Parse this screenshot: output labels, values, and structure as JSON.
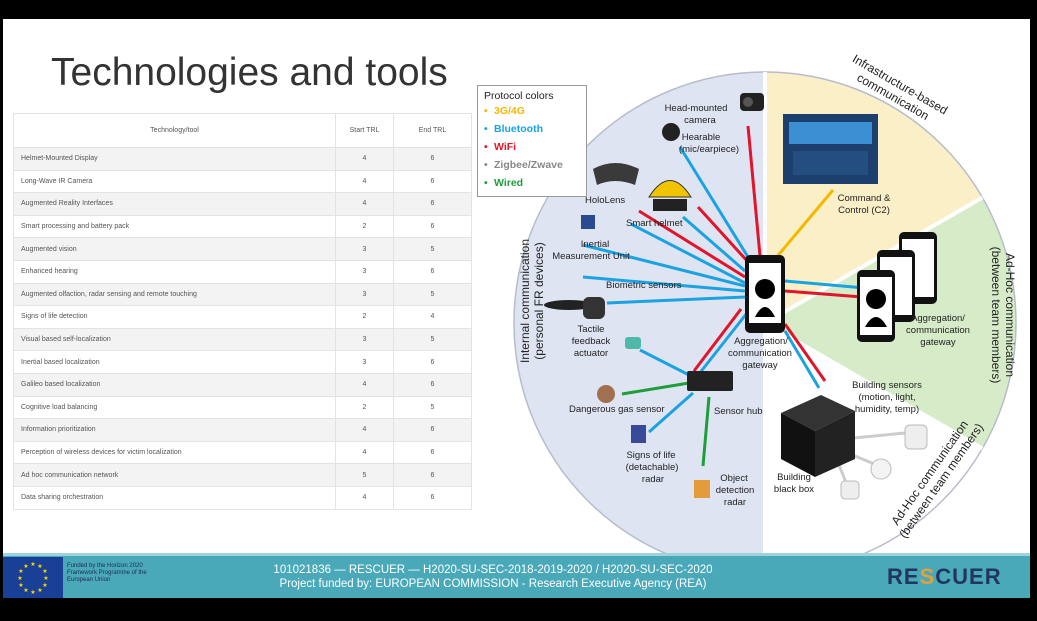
{
  "slide": {
    "title": "Technologies and tools"
  },
  "table": {
    "headers": [
      "Technology/tool",
      "Start TRL",
      "End TRL"
    ],
    "rows": [
      [
        "Helmet-Mounted Display",
        "4",
        "6"
      ],
      [
        "Long-Wave IR Camera",
        "4",
        "6"
      ],
      [
        "Augmented Reality Interfaces",
        "4",
        "6"
      ],
      [
        "Smart processing and battery pack",
        "2",
        "6"
      ],
      [
        "Augmented vision",
        "3",
        "5"
      ],
      [
        "Enhanced hearing",
        "3",
        "6"
      ],
      [
        "Augmented olfaction, radar sensing and remote touching",
        "3",
        "5"
      ],
      [
        "Signs of life detection",
        "2",
        "4"
      ],
      [
        "Visual based self-localization",
        "3",
        "5"
      ],
      [
        "Inertial based localization",
        "3",
        "6"
      ],
      [
        "Galileo based localization",
        "4",
        "6"
      ],
      [
        "Cognitive load balancing",
        "2",
        "5"
      ],
      [
        "Information prioritization",
        "4",
        "6"
      ],
      [
        "Perception of wireless devices for victim localization",
        "4",
        "6"
      ],
      [
        "Ad hoc communication network",
        "5",
        "6"
      ],
      [
        "Data sharing orchestration",
        "4",
        "6"
      ]
    ]
  },
  "legend": {
    "title": "Protocol colors",
    "items": [
      {
        "label": "3G/4G",
        "color": "#f5b800"
      },
      {
        "label": "Bluetooth",
        "color": "#1aa3e0"
      },
      {
        "label": "WiFi",
        "color": "#e0142a"
      },
      {
        "label": "Zigbee/Zwave",
        "color": "#888888"
      },
      {
        "label": "Wired",
        "color": "#1e9e3a"
      }
    ]
  },
  "diagram": {
    "section_internal": [
      "Internal communication",
      "(personal FR devices)"
    ],
    "section_infra": [
      "Infrastructure-based",
      "communication"
    ],
    "section_adhoc_top": [
      "Ad-Hoc communication",
      "(between team members)"
    ],
    "section_adhoc_bottom": [
      "Ad-Hoc communication",
      "(between team members)"
    ],
    "head_camera": [
      "Head-mounted",
      "camera"
    ],
    "hearable": [
      "Hearable",
      "(mic/earpiece)"
    ],
    "hololens": "HoloLens",
    "smart_helmet": "Smart helmet",
    "imu": [
      "Inertial",
      "Measurement Unit"
    ],
    "biometric": "Biometric sensors",
    "tactile": [
      "Tactile",
      "feedback",
      "actuator"
    ],
    "gateway_center": [
      "Aggregation/",
      "communication",
      "gateway"
    ],
    "gas_sensor": "Dangerous gas sensor",
    "sensor_hub": "Sensor hub",
    "signs_of_life": [
      "Signs of life",
      "(detachable)",
      "radar"
    ],
    "object_radar": [
      "Object",
      "detection",
      "radar"
    ],
    "c2": [
      "Command &",
      "Control (C2)"
    ],
    "gateway_team": [
      "Aggregation/",
      "communication",
      "gateway"
    ],
    "building_sensors": [
      "Building sensors",
      "(motion, light,",
      "humidity, temp)"
    ],
    "black_box": [
      "Building",
      "black box"
    ]
  },
  "footer": {
    "eu_text": [
      "Funded by the Horizon 2020",
      "Framework Programme of the",
      "European Union"
    ],
    "line1": "101021836 — RESCUER — H2020-SU-SEC-2018-2019-2020 / H2020-SU-SEC-2020",
    "line2": "Project funded by: EUROPEAN COMMISSION - Research Executive Agency (REA)",
    "logo_left": "RE",
    "logo_mid": "S",
    "logo_right": "CUER"
  }
}
